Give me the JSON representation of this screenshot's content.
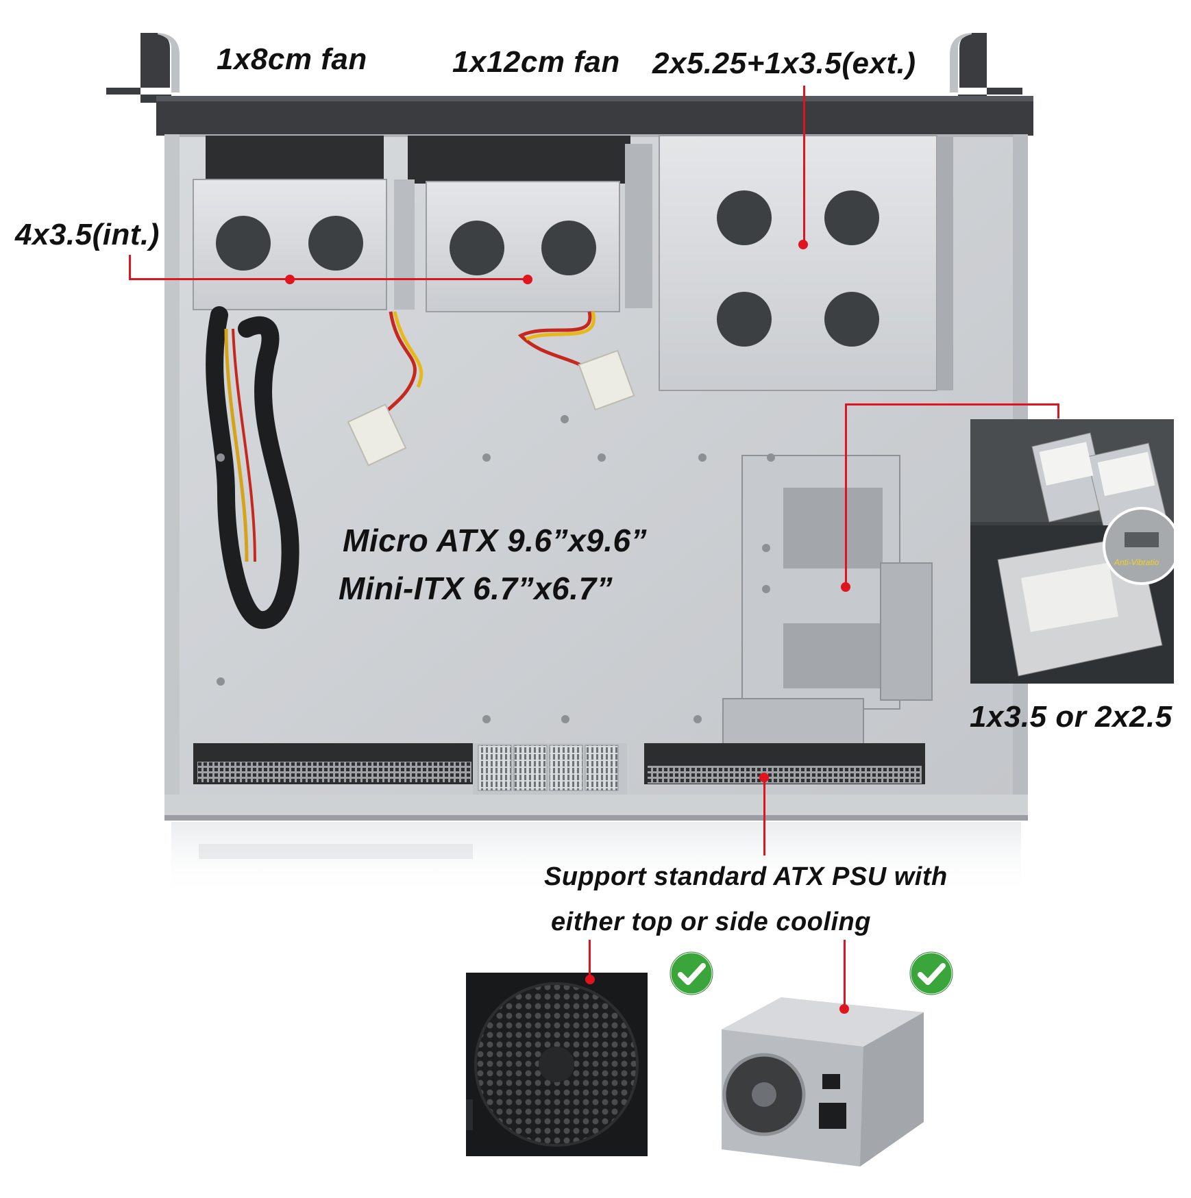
{
  "labels": {
    "fan_small": "1x8cm fan",
    "fan_large": "1x12cm fan",
    "ext_bays": "2x5.25+1x3.5(ext.)",
    "int_bays": "4x3.5(int.)",
    "board_line1": "Micro ATX 9.6”x9.6”",
    "board_line2": "Mini-ITX 6.7”x6.7”",
    "hdd_option": "1x3.5 or 2x2.5",
    "psu_line1": "Support standard ATX PSU with",
    "psu_line2": "either top or side cooling",
    "anti_vibration": "Anti-Vibratio"
  },
  "icons": {
    "check_top_cooling": "check-icon",
    "check_side_cooling": "check-icon"
  },
  "colors": {
    "callout": "#e0141e",
    "check_green": "#3aa53a",
    "chassis_silver": "#c9ccd0",
    "chassis_dark": "#3a3c3f"
  }
}
